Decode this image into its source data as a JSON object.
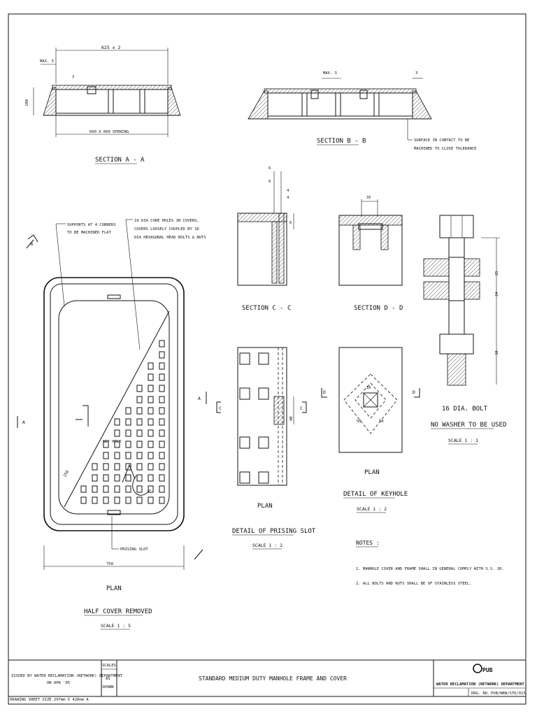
{
  "section_aa": {
    "dim_top": "625 ± 2",
    "max3": "MAX. 3",
    "small2": "2",
    "height": "100",
    "opening": "600 X 600 OPENING",
    "title": "SECTION   A - A"
  },
  "section_bb": {
    "max3": "MAX. 3",
    "small3": "3",
    "title": "SECTION   B - B",
    "note_line1": "SURFACE IN CONTACT TO BE",
    "note_line2": "MACHINED TO CLOSE TOLERANCE"
  },
  "plan": {
    "note_supports_1": "SUPPORTS AT 4 CORNERS",
    "note_supports_2": "TO BE MACHINED FLAT",
    "note_holes_1": "19 DIA CORE HOLES IN COVERS,",
    "note_holes_2": "COVERS LOOSELY COUPLED BY 16",
    "note_holes_3": "DIA HEXAGONAL HEAD BOLTS & NUTS",
    "keyhole": "KEY HOLE",
    "dim_250": "250",
    "prising_slot": "PRISING SLOT",
    "dim_750": "750",
    "title": "PLAN",
    "subtitle": "HALF COVER REMOVED",
    "scale": "SCALE  1 : 5",
    "marker_a": "A",
    "marker_b": "B"
  },
  "section_cc": {
    "title": "SECTION   C - C",
    "d6a": "6",
    "d6b": "6",
    "d4a": "4",
    "d4b": "4",
    "d6c": "6"
  },
  "section_dd": {
    "title": "SECTION   D - D",
    "d35": "35"
  },
  "bolt": {
    "d25": "25",
    "d24": "24",
    "d38": "38",
    "title": "16 DIA. BOLT",
    "subtitle": "NO WASHER TO BE USED",
    "scale": "SCALE  1 : 1"
  },
  "prising": {
    "plan": "PLAN",
    "title": "DETAIL OF PRISING SLOT",
    "scale": "SCALE  1 : 2",
    "d40": "40",
    "marker_c": "C"
  },
  "keyhole_detail": {
    "plan": "PLAN",
    "title": "DETAIL OF KEYHOLE",
    "scale": "SCALE  1 : 2",
    "d35": "35",
    "d50a": "50",
    "d50b": "50",
    "marker_d": "D"
  },
  "notes": {
    "heading": "NOTES :",
    "n1": "1. MANHOLE COVER AND FRAME SHALL IN GENERAL COMPLY WITH S.S. 30.",
    "n2": "2. ALL BOLTS AND NUTS SHALL BE OF STAINLESS STEEL."
  },
  "title_block": {
    "issued_1": "ISSUED BY WATER RECLAMATION (NETWORK) DEPARTMENT",
    "issued_2": "ON APR '05",
    "scales_label": "SCALES",
    "scales_1": "AS",
    "scales_2": "SHOWN",
    "drawing_title": "STANDARD MEDIUM DUTY MANHOLE FRAME AND COVER",
    "logo": "PUB",
    "dept": "WATER RECLAMATION (NETWORK) DEPARTMENT",
    "drg_label": "DRG. NO.",
    "drg_no": "PUB/WRN/STD/015",
    "sheet_size": "DRAWING SHEET SIZE 297mm X 420mm  A"
  }
}
